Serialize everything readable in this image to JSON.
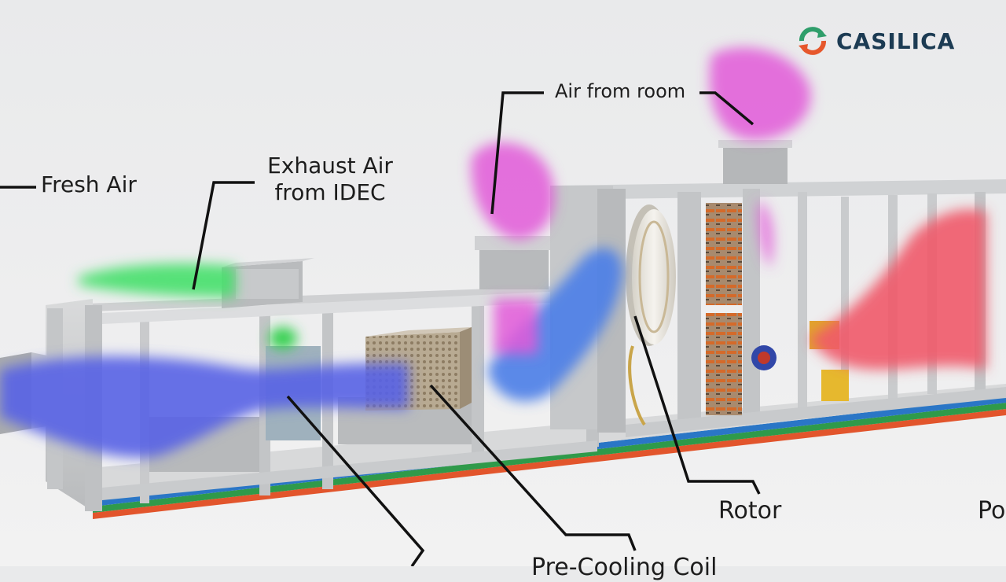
{
  "brand": {
    "name": "CASILICA",
    "colors": {
      "text": "#1c3b53",
      "green": "#2f9e6b",
      "orange": "#e6572c"
    }
  },
  "labels": {
    "fresh_air": "Fresh Air",
    "exhaust_air_line1": "Exhaust Air",
    "exhaust_air_line2": "from IDEC",
    "air_from_room": "Air from room",
    "rotor": "Rotor",
    "pre_cooling_coil": "Pre-Cooling Coil",
    "right_cut": "Po"
  },
  "airflow_colors": {
    "fresh_air": "#5863e6",
    "exhaust_air": "#45e06b",
    "room_air": "#e25ad8",
    "process_air": "#ef5a6a",
    "regen_air": "#4a7ee8"
  }
}
